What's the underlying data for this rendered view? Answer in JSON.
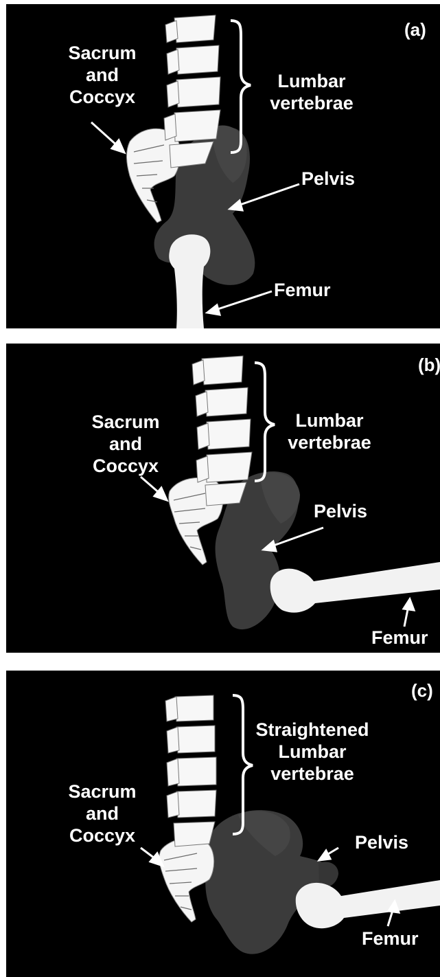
{
  "panels": [
    {
      "id": "(a)",
      "sacrum_line1": "Sacrum",
      "sacrum_line2": "and",
      "sacrum_line3": "Coccyx",
      "lumbar_line1": "Lumbar",
      "lumbar_line2": "vertebrae",
      "pelvis": "Pelvis",
      "femur": "Femur"
    },
    {
      "id": "(b)",
      "sacrum_line1": "Sacrum",
      "sacrum_line2": "and",
      "sacrum_line3": "Coccyx",
      "lumbar_line1": "Lumbar",
      "lumbar_line2": "vertebrae",
      "pelvis": "Pelvis",
      "femur": "Femur"
    },
    {
      "id": "(c)",
      "sacrum_line1": "Sacrum",
      "sacrum_line2": "and",
      "sacrum_line3": "Coccyx",
      "lumbar_line0": "Straightened",
      "lumbar_line1": "Lumbar",
      "lumbar_line2": "vertebrae",
      "pelvis": "Pelvis",
      "femur": "Femur"
    }
  ],
  "colors": {
    "background": "#000000",
    "bone": "#ffffff",
    "pelvis": "#3d3d3d",
    "label": "#ffffff"
  }
}
